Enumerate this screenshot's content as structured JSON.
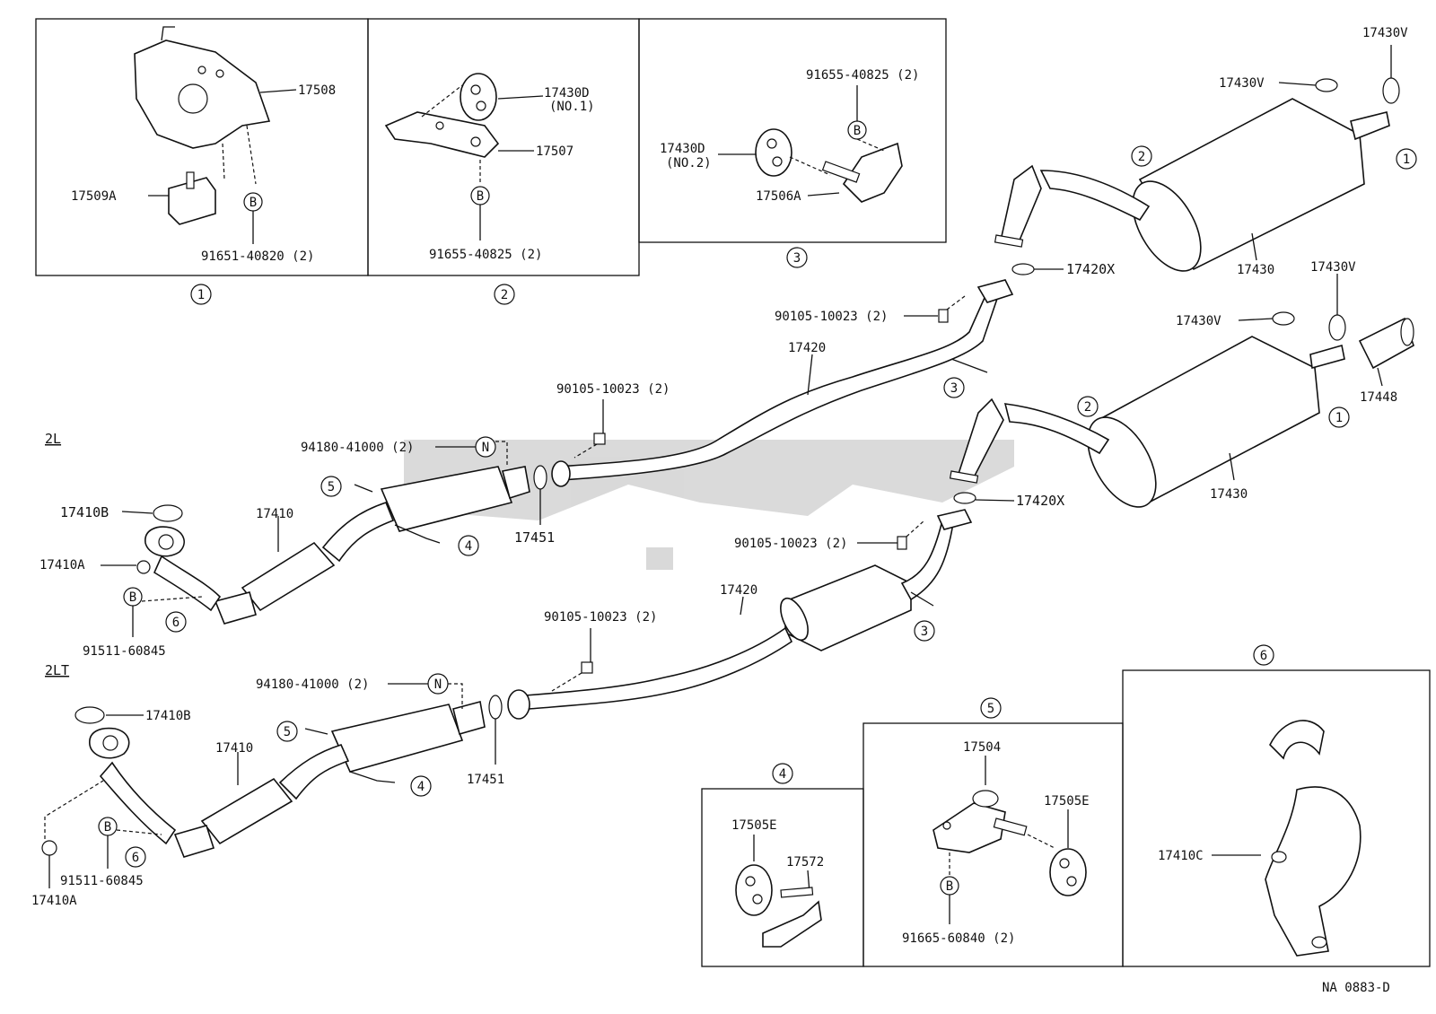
{
  "labels": {
    "p17508": "17508",
    "p17509A": "17509A",
    "p9165140820": "91651-40820 (2)",
    "p17430D1": "17430D",
    "p17430D1sub": "(NO.1)",
    "p17507": "17507",
    "p9165540825a": "91655-40825 (2)",
    "p9165540825b": "91655-40825 (2)",
    "p17430D2": "17430D",
    "p17430D2sub": "(NO.2)",
    "p17506A": "17506A",
    "p17430Va": "17430V",
    "p17430Vb": "17430V",
    "p17430Vc": "17430V",
    "p17430Vd": "17430V",
    "p17430a": "17430",
    "p17430b": "17430",
    "p17420Xa": "17420X",
    "p17420Xb": "17420X",
    "p17448": "17448",
    "p9010510023a": "90105-10023 (2)",
    "p9010510023b": "90105-10023 (2)",
    "p9010510023c": "90105-10023 (2)",
    "p9010510023d": "90105-10023 (2)",
    "p17420a": "17420",
    "p17420b": "17420",
    "p9418041000a": "94180-41000 (2)",
    "p9418041000b": "94180-41000 (2)",
    "p17451a": "17451",
    "p17451b": "17451",
    "p17410Ba": "17410B",
    "p17410Bb": "17410B",
    "p17410Aa": "17410A",
    "p17410Ab": "17410A",
    "p17410a": "17410",
    "p17410b": "17410",
    "p9151160845a": "91511-60845",
    "p9151160845b": "91511-60845",
    "p17505Ea": "17505E",
    "p17505Eb": "17505E",
    "p17572": "17572",
    "p17504": "17504",
    "p9166560840": "91665-60840 (2)",
    "p17410C": "17410C"
  },
  "sections": {
    "engine_2l": "2L",
    "engine_2lt": "2LT"
  },
  "callout_letters": {
    "bolt": "B",
    "nut": "N"
  },
  "callouts": [
    "1",
    "2",
    "3",
    "4",
    "5",
    "6"
  ],
  "footer_code": "NA 0883-D"
}
